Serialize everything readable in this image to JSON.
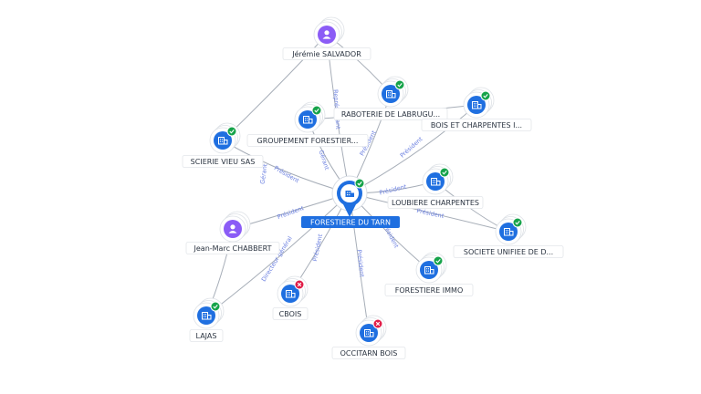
{
  "center": {
    "label": "FORESTIERE DU TARN",
    "status": "active"
  },
  "nodes": [
    {
      "id": "salvador",
      "type": "person",
      "label": "Jérémie SALVADOR"
    },
    {
      "id": "raboterie",
      "type": "company",
      "status": "active",
      "label": "RABOTERIE DE LABRUGU..."
    },
    {
      "id": "bois",
      "type": "company",
      "status": "active",
      "label": "BOIS ET CHARPENTES I..."
    },
    {
      "id": "groupement",
      "type": "company",
      "status": "active",
      "label": "GROUPEMENT FORESTIER..."
    },
    {
      "id": "vieu",
      "type": "company",
      "status": "active",
      "label": "SCIERIE VIEU SAS"
    },
    {
      "id": "loubiere",
      "type": "company",
      "status": "active",
      "label": "LOUBIERE CHARPENTES"
    },
    {
      "id": "chabbert",
      "type": "person",
      "label": "Jean-Marc CHABBERT"
    },
    {
      "id": "societe",
      "type": "company",
      "status": "active",
      "label": "SOCIETE UNIFIEE DE D..."
    },
    {
      "id": "immo",
      "type": "company",
      "status": "active",
      "label": "FORESTIERE IMMO"
    },
    {
      "id": "cbois",
      "type": "company",
      "status": "closed",
      "label": "CBOIS"
    },
    {
      "id": "lajas",
      "type": "company",
      "status": "active",
      "label": "LAJAS"
    },
    {
      "id": "occitarn",
      "type": "company",
      "status": "closed",
      "label": "OCCITARN BOIS"
    }
  ],
  "edges": [
    {
      "from": "center",
      "to": "salvador",
      "label": "Représentant"
    },
    {
      "from": "center",
      "to": "raboterie",
      "label": "Président"
    },
    {
      "from": "center",
      "to": "bois",
      "label": "Président"
    },
    {
      "from": "center",
      "to": "groupement",
      "label": "Gérant"
    },
    {
      "from": "center",
      "to": "vieu",
      "label": "Président"
    },
    {
      "from": "center",
      "to": "loubiere",
      "label": "Président"
    },
    {
      "from": "center",
      "to": "chabbert",
      "label": "Président"
    },
    {
      "from": "center",
      "to": "societe",
      "label": "Président"
    },
    {
      "from": "center",
      "to": "immo",
      "label": "Président"
    },
    {
      "from": "center",
      "to": "cbois",
      "label": "Président"
    },
    {
      "from": "center",
      "to": "lajas",
      "label": "Directeur général"
    },
    {
      "from": "center",
      "to": "occitarn",
      "label": "Président"
    },
    {
      "from": "salvador",
      "to": "vieu",
      "label": "Gérant"
    },
    {
      "from": "salvador",
      "to": "raboterie",
      "label": ""
    },
    {
      "from": "groupement",
      "to": "bois",
      "label": ""
    },
    {
      "from": "loubiere",
      "to": "societe",
      "label": ""
    },
    {
      "from": "chabbert",
      "to": "lajas",
      "label": ""
    }
  ],
  "colors": {
    "accent": "#1f6fe0",
    "edge": "#a7aeb8",
    "edge_label": "#6a7fe0",
    "person": "#8b5cf6",
    "active": "#16a34a",
    "closed": "#e11d48"
  },
  "icons": {
    "person": "person-icon",
    "company": "building-icon",
    "active": "check-badge-icon",
    "closed": "x-badge-icon"
  }
}
